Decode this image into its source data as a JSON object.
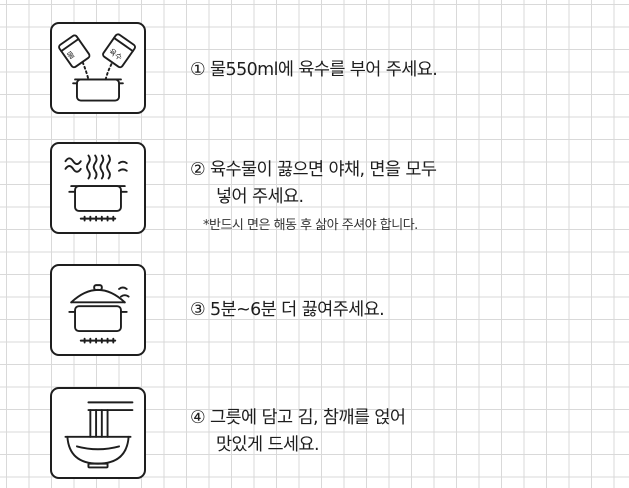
{
  "steps": [
    {
      "icon": "pour-broth-icon",
      "line1": "① 물550ml에 육수를 부어 주세요.",
      "pack_labels": {
        "water": "물",
        "broth": "육수"
      }
    },
    {
      "icon": "boil-noodles-icon",
      "line1": "② 육수물이 끓으면 야채, 면을 모두",
      "line2": "넣어 주세요.",
      "note": "*반드시 면은 해동 후 삶아 주셔야 합니다."
    },
    {
      "icon": "covered-pot-icon",
      "line1": "③ 5분~6분 더 끓여주세요."
    },
    {
      "icon": "noodle-bowl-icon",
      "line1": "④ 그릇에 담고 김, 참깨를 얹어",
      "line2": "맛있게 드세요."
    }
  ]
}
